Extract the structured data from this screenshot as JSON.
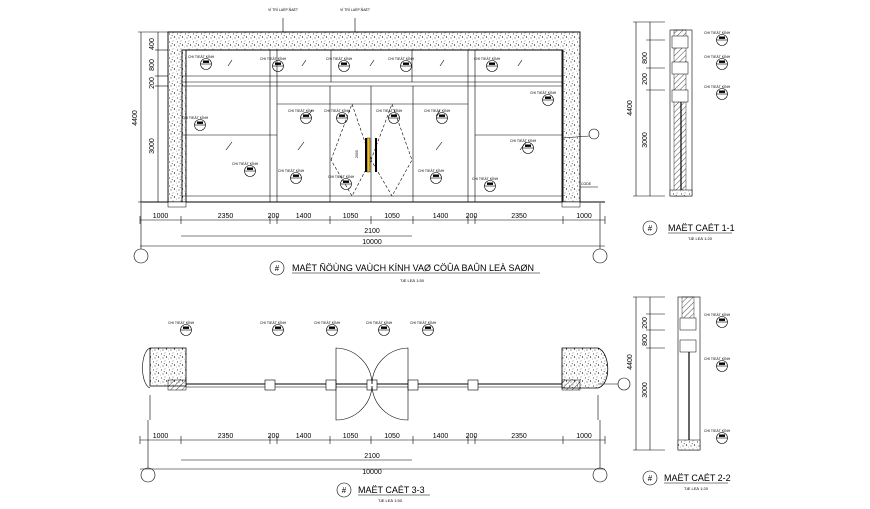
{
  "elevation": {
    "title": "MAËT ÑÖÙNG VAÙCH KÍNH VAØ CÖÛA BAÛN LEÀ SAØN",
    "scale": "TÆ LEÄ 1:50",
    "marker": "#",
    "dims_top": [
      "1000",
      "2350",
      "200",
      "1400",
      "1050",
      "1050",
      "1400",
      "200",
      "2350",
      "1000"
    ],
    "dims_mid": "2100",
    "dims_total": "10000",
    "vdims": [
      "400",
      "800",
      "200",
      "3000"
    ],
    "vtotal": "4400",
    "tags_top": [
      "VÍ TRÍ LAÉP ÑAËT",
      "VÍ TRÍ LAÉP ÑAËT"
    ],
    "code": "CODE",
    "tag_text": "CHI TIEÁT KÍNH",
    "door_label": "2000"
  },
  "section11": {
    "title": "MAËT CAÉT 1-1",
    "scale": "TÆ LEÄ 1:20",
    "marker": "#",
    "vdims": [
      "800",
      "200",
      "3000"
    ],
    "vtotal": "4400"
  },
  "section22": {
    "title": "MAËT CAÉT 2-2",
    "scale": "TÆ LEÄ 1:20",
    "marker": "#",
    "vdims": [
      "200",
      "800",
      "3000"
    ],
    "vtotal": "4400"
  },
  "section33": {
    "title": "MAËT CAÉT 3-3",
    "scale": "TÆ LEÄ 1:50",
    "marker": "#",
    "dims_top": [
      "1000",
      "2350",
      "200",
      "1400",
      "1050",
      "1050",
      "1400",
      "200",
      "2350",
      "1000"
    ],
    "dims_mid": "2100",
    "dims_total": "10000"
  }
}
